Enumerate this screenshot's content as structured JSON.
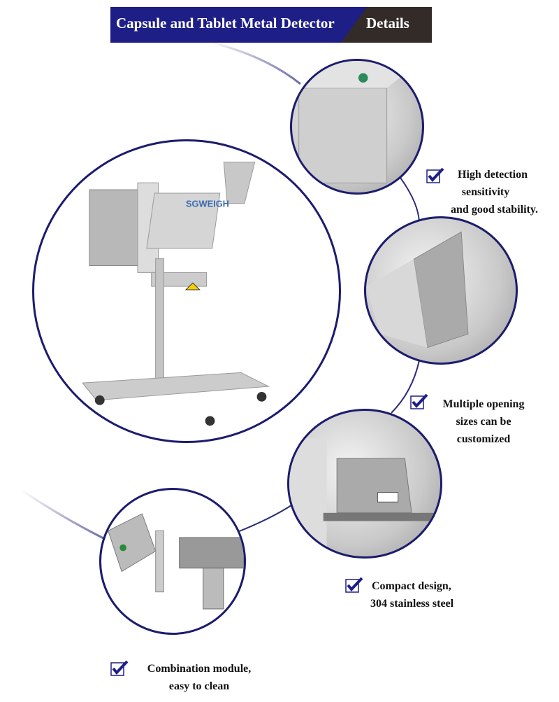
{
  "header": {
    "title": "Capsule and Tablet Metal Detector",
    "tag": "Details"
  },
  "colors": {
    "navy": "#1e1e87",
    "dark": "#332b28",
    "border": "#1c1c6e"
  },
  "product": {
    "brand_label": "SGWEIGH"
  },
  "features": [
    {
      "icon": "checkbox-check-icon",
      "lines": [
        "High detection",
        "sensitivity",
        "and good stability."
      ]
    },
    {
      "icon": "checkbox-check-icon",
      "lines": [
        "Multiple opening",
        "sizes can be",
        "customized"
      ]
    },
    {
      "icon": "checkbox-check-icon",
      "lines": [
        "Compact design,",
        "304 stainless steel"
      ]
    },
    {
      "icon": "checkbox-check-icon",
      "lines": [
        "Combination module,",
        "easy to clean"
      ]
    }
  ]
}
